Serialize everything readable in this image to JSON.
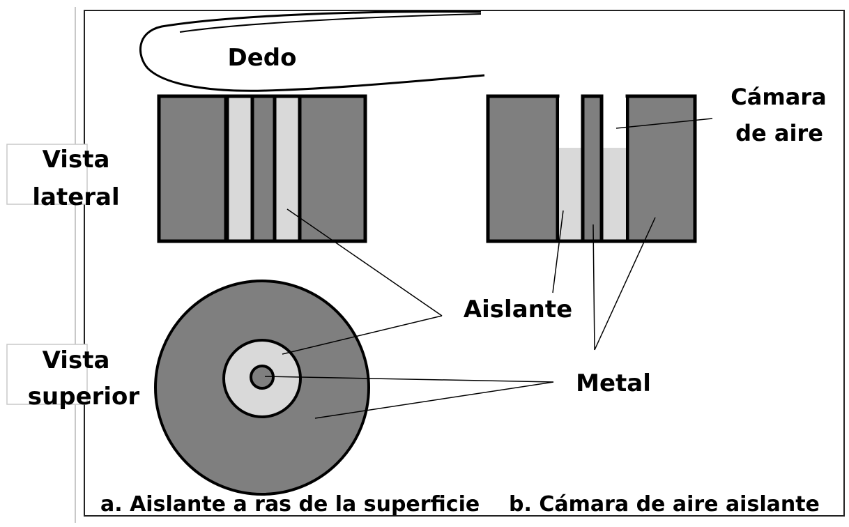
{
  "labels": {
    "finger": "Dedo",
    "side_view_line1": "Vista",
    "side_view_line2": "lateral",
    "top_view_line1": "Vista",
    "top_view_line2": "superior",
    "air_chamber_line1": "Cámara",
    "air_chamber_line2": "de aire",
    "insulator": "Aislante",
    "metal": "Metal"
  },
  "captions": {
    "a": "a. Aislante a ras de la superficie",
    "b": "b. Cámara de aire aislante"
  },
  "colors": {
    "metal": "#7f7f7f",
    "insulator": "#d9d9d9",
    "outline": "#000000",
    "background": "#ffffff"
  }
}
